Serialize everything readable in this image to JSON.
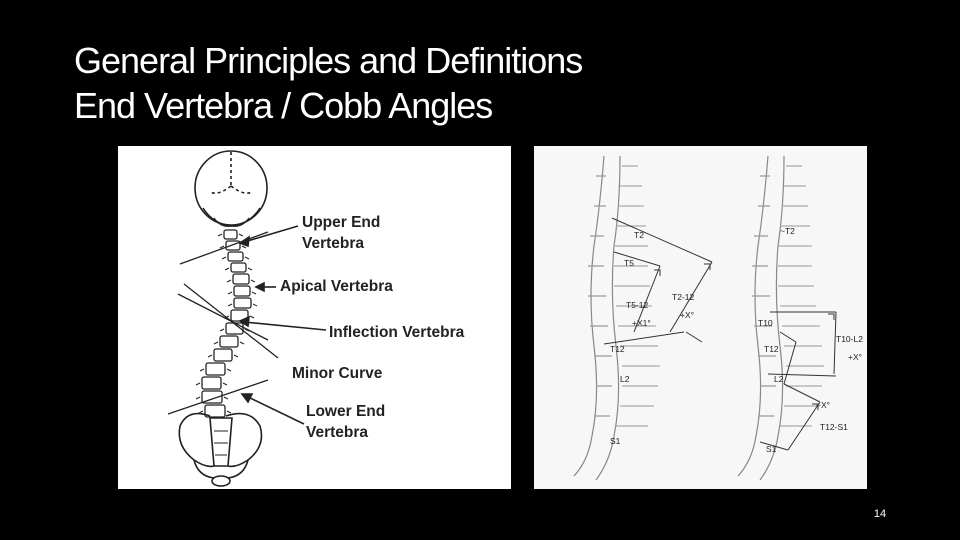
{
  "slide": {
    "title_line1": "General Principles and Definitions",
    "title_line2": "End Vertebra / Cobb Angles",
    "page_number": "14"
  },
  "left_figure": {
    "labels": {
      "upper_end_1": "Upper End",
      "upper_end_2": "Vertebra",
      "apical": "Apical Vertebra",
      "inflection": "Inflection Vertebra",
      "minor_curve": "Minor Curve",
      "lower_end_1": "Lower End",
      "lower_end_2": "Vertebra"
    }
  },
  "right_figure": {
    "spine_a": {
      "t2": "T2",
      "t5": "T5",
      "t5_12": "T5-12",
      "x1": "+X1°",
      "t2_12": "T2-12",
      "x2": "+X°",
      "t12": "T12",
      "l2": "L2",
      "s1": "S1"
    },
    "spine_b": {
      "t2": "~T2",
      "t10": "T10",
      "t10_l2": "T10-L2",
      "x_plus": "+X°",
      "t12": "T12",
      "l2": "L2",
      "x_minus": "−X°",
      "t12_s1": "T12-S1",
      "s1": "S1"
    }
  }
}
